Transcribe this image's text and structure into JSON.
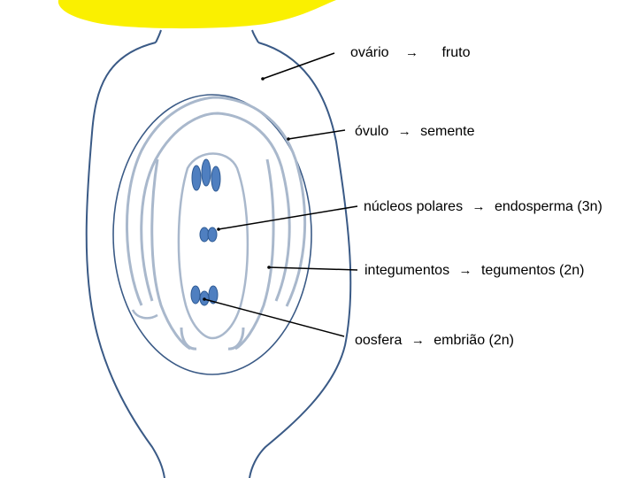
{
  "labels": [
    {
      "from": "ovário",
      "to": "fruto"
    },
    {
      "from": "óvulo",
      "to": "semente"
    },
    {
      "from": "núcleos polares",
      "to": "endosperma (3n)"
    },
    {
      "from": "integumentos",
      "to": "tegumentos (2n)"
    },
    {
      "from": "oosfera",
      "to": "embrião (2n)"
    }
  ],
  "arrow_symbol": "→",
  "colors": {
    "stigma": "#FAF000",
    "ovary_outline": "#3A5A86",
    "ovule_outline": "#A9B8CC",
    "nuclei": "#4F7FC0",
    "nuclei_outline": "#2E5A94",
    "pointer_lines": "#000000"
  }
}
